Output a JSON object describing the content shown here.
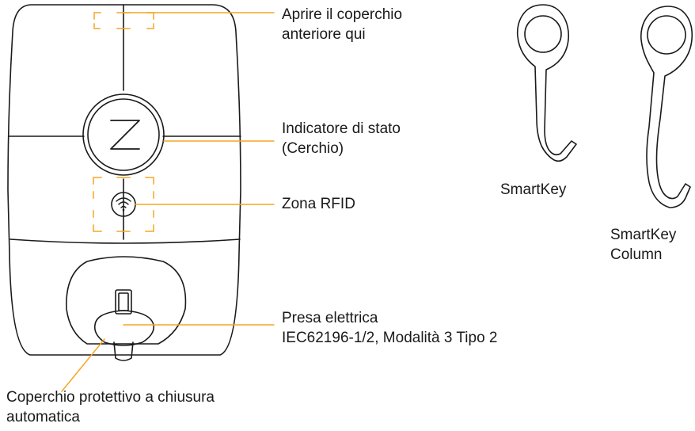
{
  "callouts": {
    "front_cover": {
      "line1": "Aprire il coperchio",
      "line2": "anteriore qui"
    },
    "status_indicator": {
      "line1": "Indicatore di stato",
      "line2": "(Cerchio)"
    },
    "rfid": {
      "line1": "Zona RFID"
    },
    "socket": {
      "line1": "Presa elettrica",
      "line2": "IEC62196-1/2, Modalità 3 Tipo 2"
    },
    "protective_cover": {
      "line1": "Coperchio protettivo a chiusura",
      "line2": "automatica"
    }
  },
  "keys": {
    "smartkey": {
      "line1": "SmartKey"
    },
    "smartkey_column": {
      "line1": "SmartKey",
      "line2": "Column"
    }
  },
  "colors": {
    "outline": "#1a1a1a",
    "callout_orange": "#f5a623"
  },
  "icons": {
    "logo": "zaptec-z-logo",
    "rfid": "wifi-contactless-icon"
  }
}
